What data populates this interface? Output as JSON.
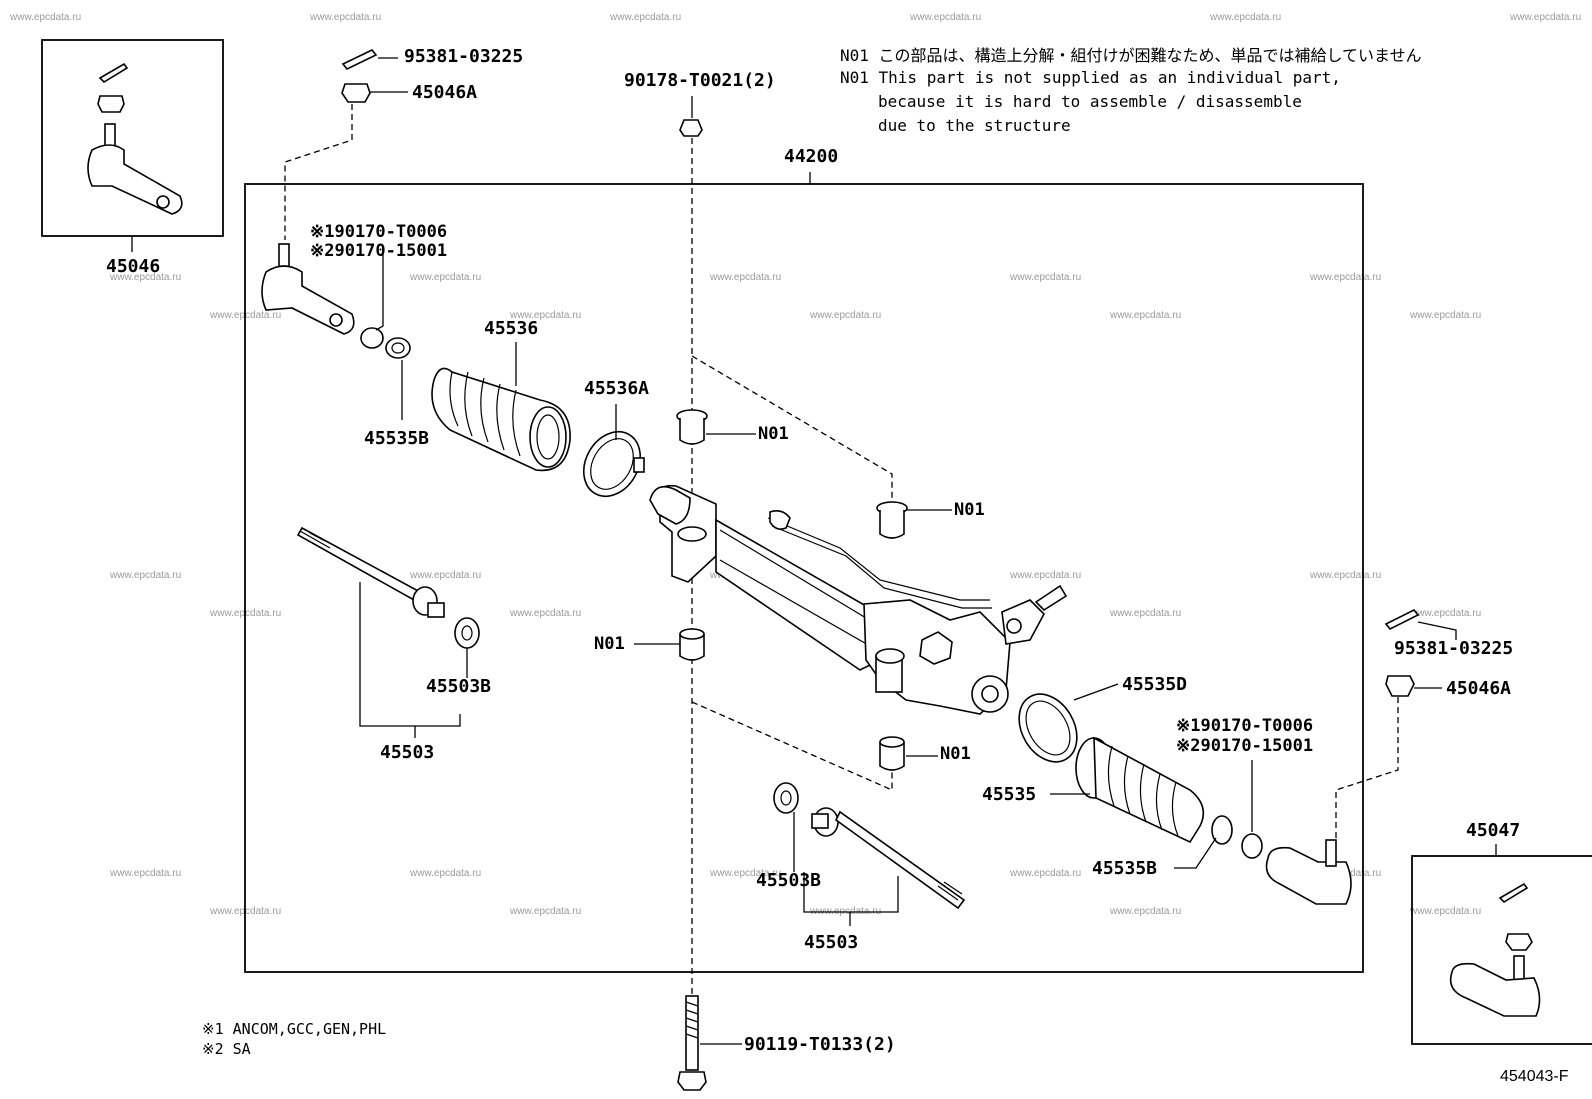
{
  "labels": {
    "p45046": "45046",
    "p95381_l": "95381-03225",
    "p45046A_l": "45046A",
    "p90178": "90178-T0021(2)",
    "p44200": "44200",
    "p190170_l": "※190170-T0006",
    "p290170_l": "※290170-15001",
    "p45536": "45536",
    "p45536A": "45536A",
    "p45535B_l": "45535B",
    "n01": "N01",
    "p45503B_l": "45503B",
    "p45503_l": "45503",
    "p95381_r": "95381-03225",
    "p45046A_r": "45046A",
    "p45535D": "45535D",
    "p190170_r": "※190170-T0006",
    "p290170_r": "※290170-15001",
    "p45535": "45535",
    "p45535B_r": "45535B",
    "p45503B_r": "45503B",
    "p45503_r": "45503",
    "p45047": "45047",
    "p90119": "90119-T0133(2)"
  },
  "note": {
    "jp": "N01 この部品は、構造上分解・組付けが困難なため、単品では補給していません",
    "en1": "N01 This part is not supplied as an individual part,",
    "en2": "because it is hard to assemble / disassemble",
    "en3": "due to the structure"
  },
  "footnotes": {
    "n1": "※1 ANCOM,GCC,GEN,PHL",
    "n2": "※2 SA"
  },
  "diagram_code": "454043-F",
  "watermark": "www.epcdata.ru"
}
